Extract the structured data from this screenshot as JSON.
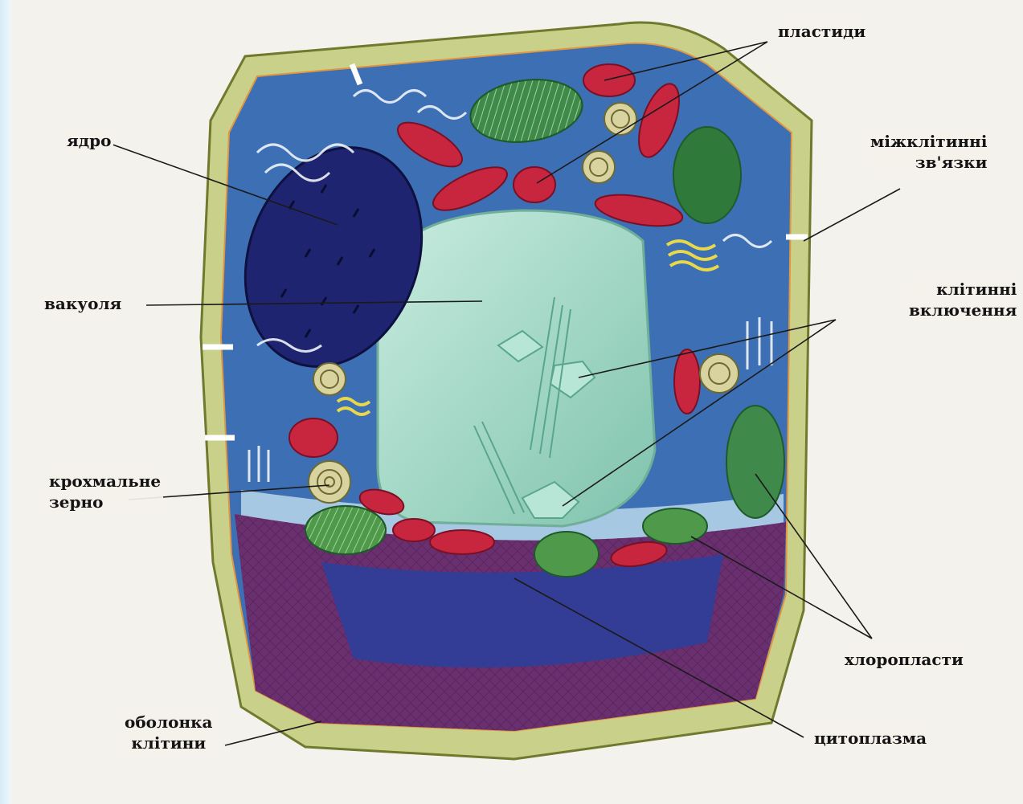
{
  "labels": {
    "plastids": "пластиди",
    "nucleus": "ядро",
    "intercellular_1": "міжклітинні",
    "intercellular_2": "зв'язки",
    "vacuole": "вакуоля",
    "inclusions_1": "клітинні",
    "inclusions_2": "включення",
    "starch_1": "крохмальне",
    "starch_2": "зерно",
    "chloroplasts": "хлоропласти",
    "wall_1": "оболонка",
    "wall_2": "клітини",
    "cytoplasm": "цитоплазма"
  },
  "colors": {
    "cell_wall": "#c9d08a",
    "cytoplasm": "#3d6fb5",
    "vacuole": "#a8d8c8",
    "nucleus": "#1f2470",
    "chloroplast": "#3f8a4a",
    "plastid": "#c8263f",
    "lower_region": "#6a2f6e"
  }
}
